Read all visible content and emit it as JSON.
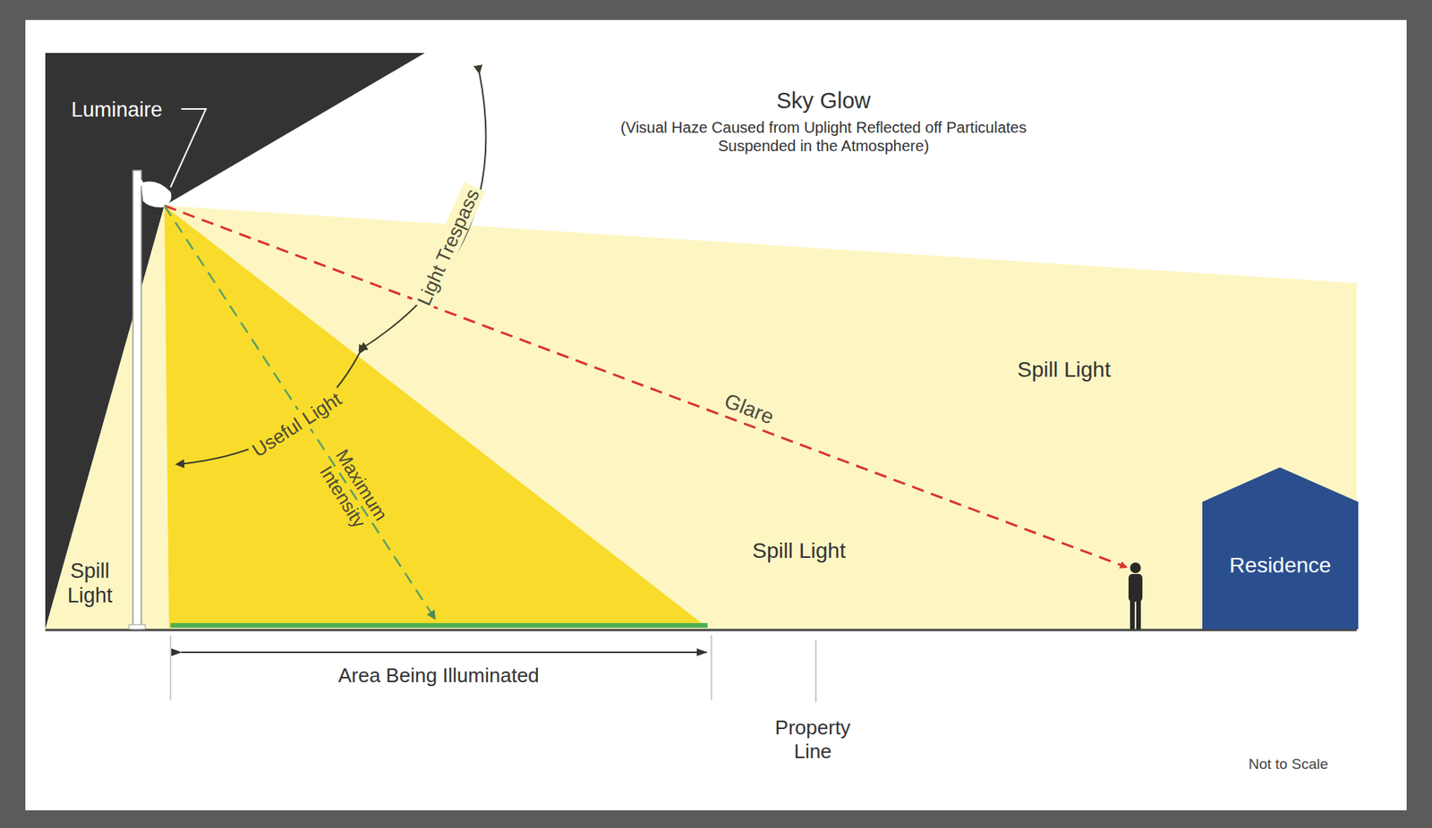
{
  "diagram": {
    "nodes": [
      {
        "text": [
          "Residence"
        ]
      }
    ],
    "labels": [
      "Luminaire",
      "Sky Glow",
      "(Visual Haze Caused from Uplight Reflected off Particulates Suspended in the Atmosphere)",
      "Light Trespass",
      "Useful Light",
      "Maximum Intensity",
      "Glare",
      "Spill Light",
      "Spill Light",
      "Spill Light",
      "Area Being Illuminated",
      "Property Line",
      "Not to Scale"
    ]
  }
}
